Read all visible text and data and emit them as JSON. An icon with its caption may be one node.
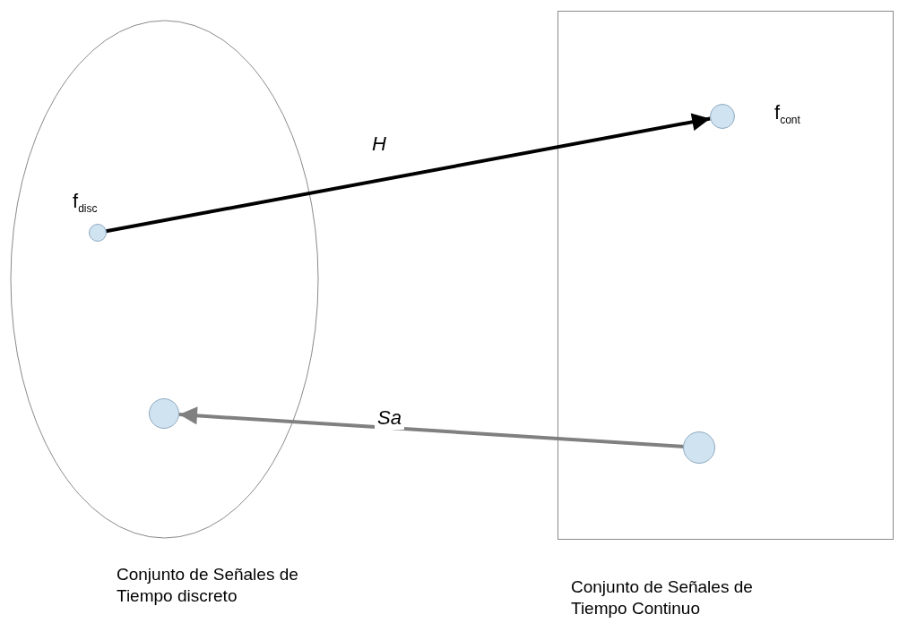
{
  "diagram": {
    "nodes": [
      {
        "text": [
          "Conjunto de Señales de Tiempo discreto"
        ]
      },
      {
        "text": [],
        "shape": "circle",
        "in": 0,
        "beside": [
          "f$_{disc}$"
        ]
      },
      {
        "text": [],
        "shape": "circle",
        "in": 0
      },
      {
        "text": [
          "Conjunto de Señales de Tiempo Continuo"
        ]
      },
      {
        "text": [],
        "shape": "circle",
        "in": 3,
        "beside": [
          "f$_{cont}$"
        ]
      },
      {
        "text": [],
        "shape": "circle",
        "in": 3
      }
    ],
    "edges": [
      {
        "from": 1,
        "to": 4,
        "arrow": "to",
        "label": "H"
      },
      {
        "from": 5,
        "to": 2,
        "arrow": "to",
        "label": "Sa",
        "color": "#808080"
      }
    ]
  }
}
